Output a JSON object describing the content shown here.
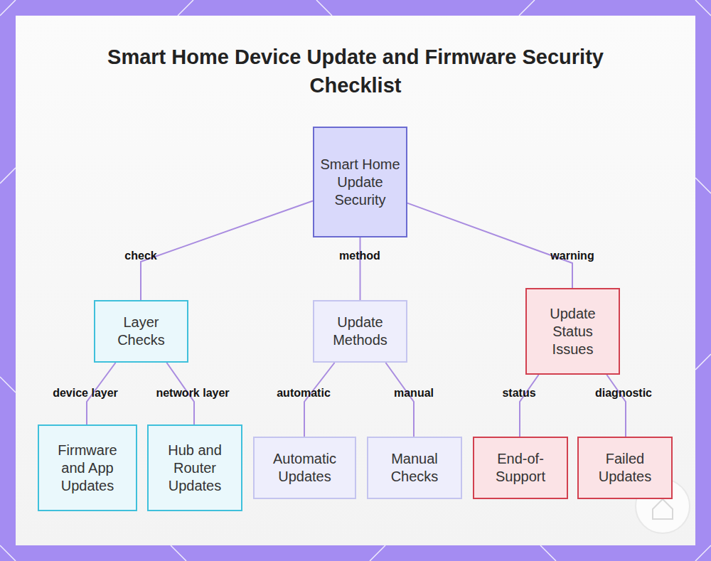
{
  "diagram": {
    "title": "Smart Home Device Update and Firmware Security Checklist",
    "nodes": [
      {
        "text": [
          "Smart Home Update Security"
        ]
      },
      {
        "text": [
          "Layer Checks"
        ]
      },
      {
        "text": [
          "Update Methods"
        ]
      },
      {
        "text": [
          "Update Status Issues"
        ]
      },
      {
        "text": [
          "Firmware and App Updates"
        ]
      },
      {
        "text": [
          "Hub and Router Updates"
        ]
      },
      {
        "text": [
          "Automatic Updates"
        ]
      },
      {
        "text": [
          "Manual Checks"
        ]
      },
      {
        "text": [
          "End-of-Support"
        ]
      },
      {
        "text": [
          "Failed Updates"
        ]
      }
    ],
    "edges": [
      {
        "from": 0,
        "to": 1,
        "label": "check",
        "arrow": "none"
      },
      {
        "from": 0,
        "to": 2,
        "label": "method",
        "arrow": "none"
      },
      {
        "from": 0,
        "to": 3,
        "label": "warning",
        "arrow": "none"
      },
      {
        "from": 1,
        "to": 4,
        "label": "device layer",
        "arrow": "none"
      },
      {
        "from": 1,
        "to": 5,
        "label": "network layer",
        "arrow": "none"
      },
      {
        "from": 2,
        "to": 6,
        "label": "automatic",
        "arrow": "none"
      },
      {
        "from": 2,
        "to": 7,
        "label": "manual",
        "arrow": "none"
      },
      {
        "from": 3,
        "to": 8,
        "label": "status",
        "arrow": "none"
      },
      {
        "from": 3,
        "to": 9,
        "label": "diagnostic",
        "arrow": "none"
      }
    ]
  }
}
